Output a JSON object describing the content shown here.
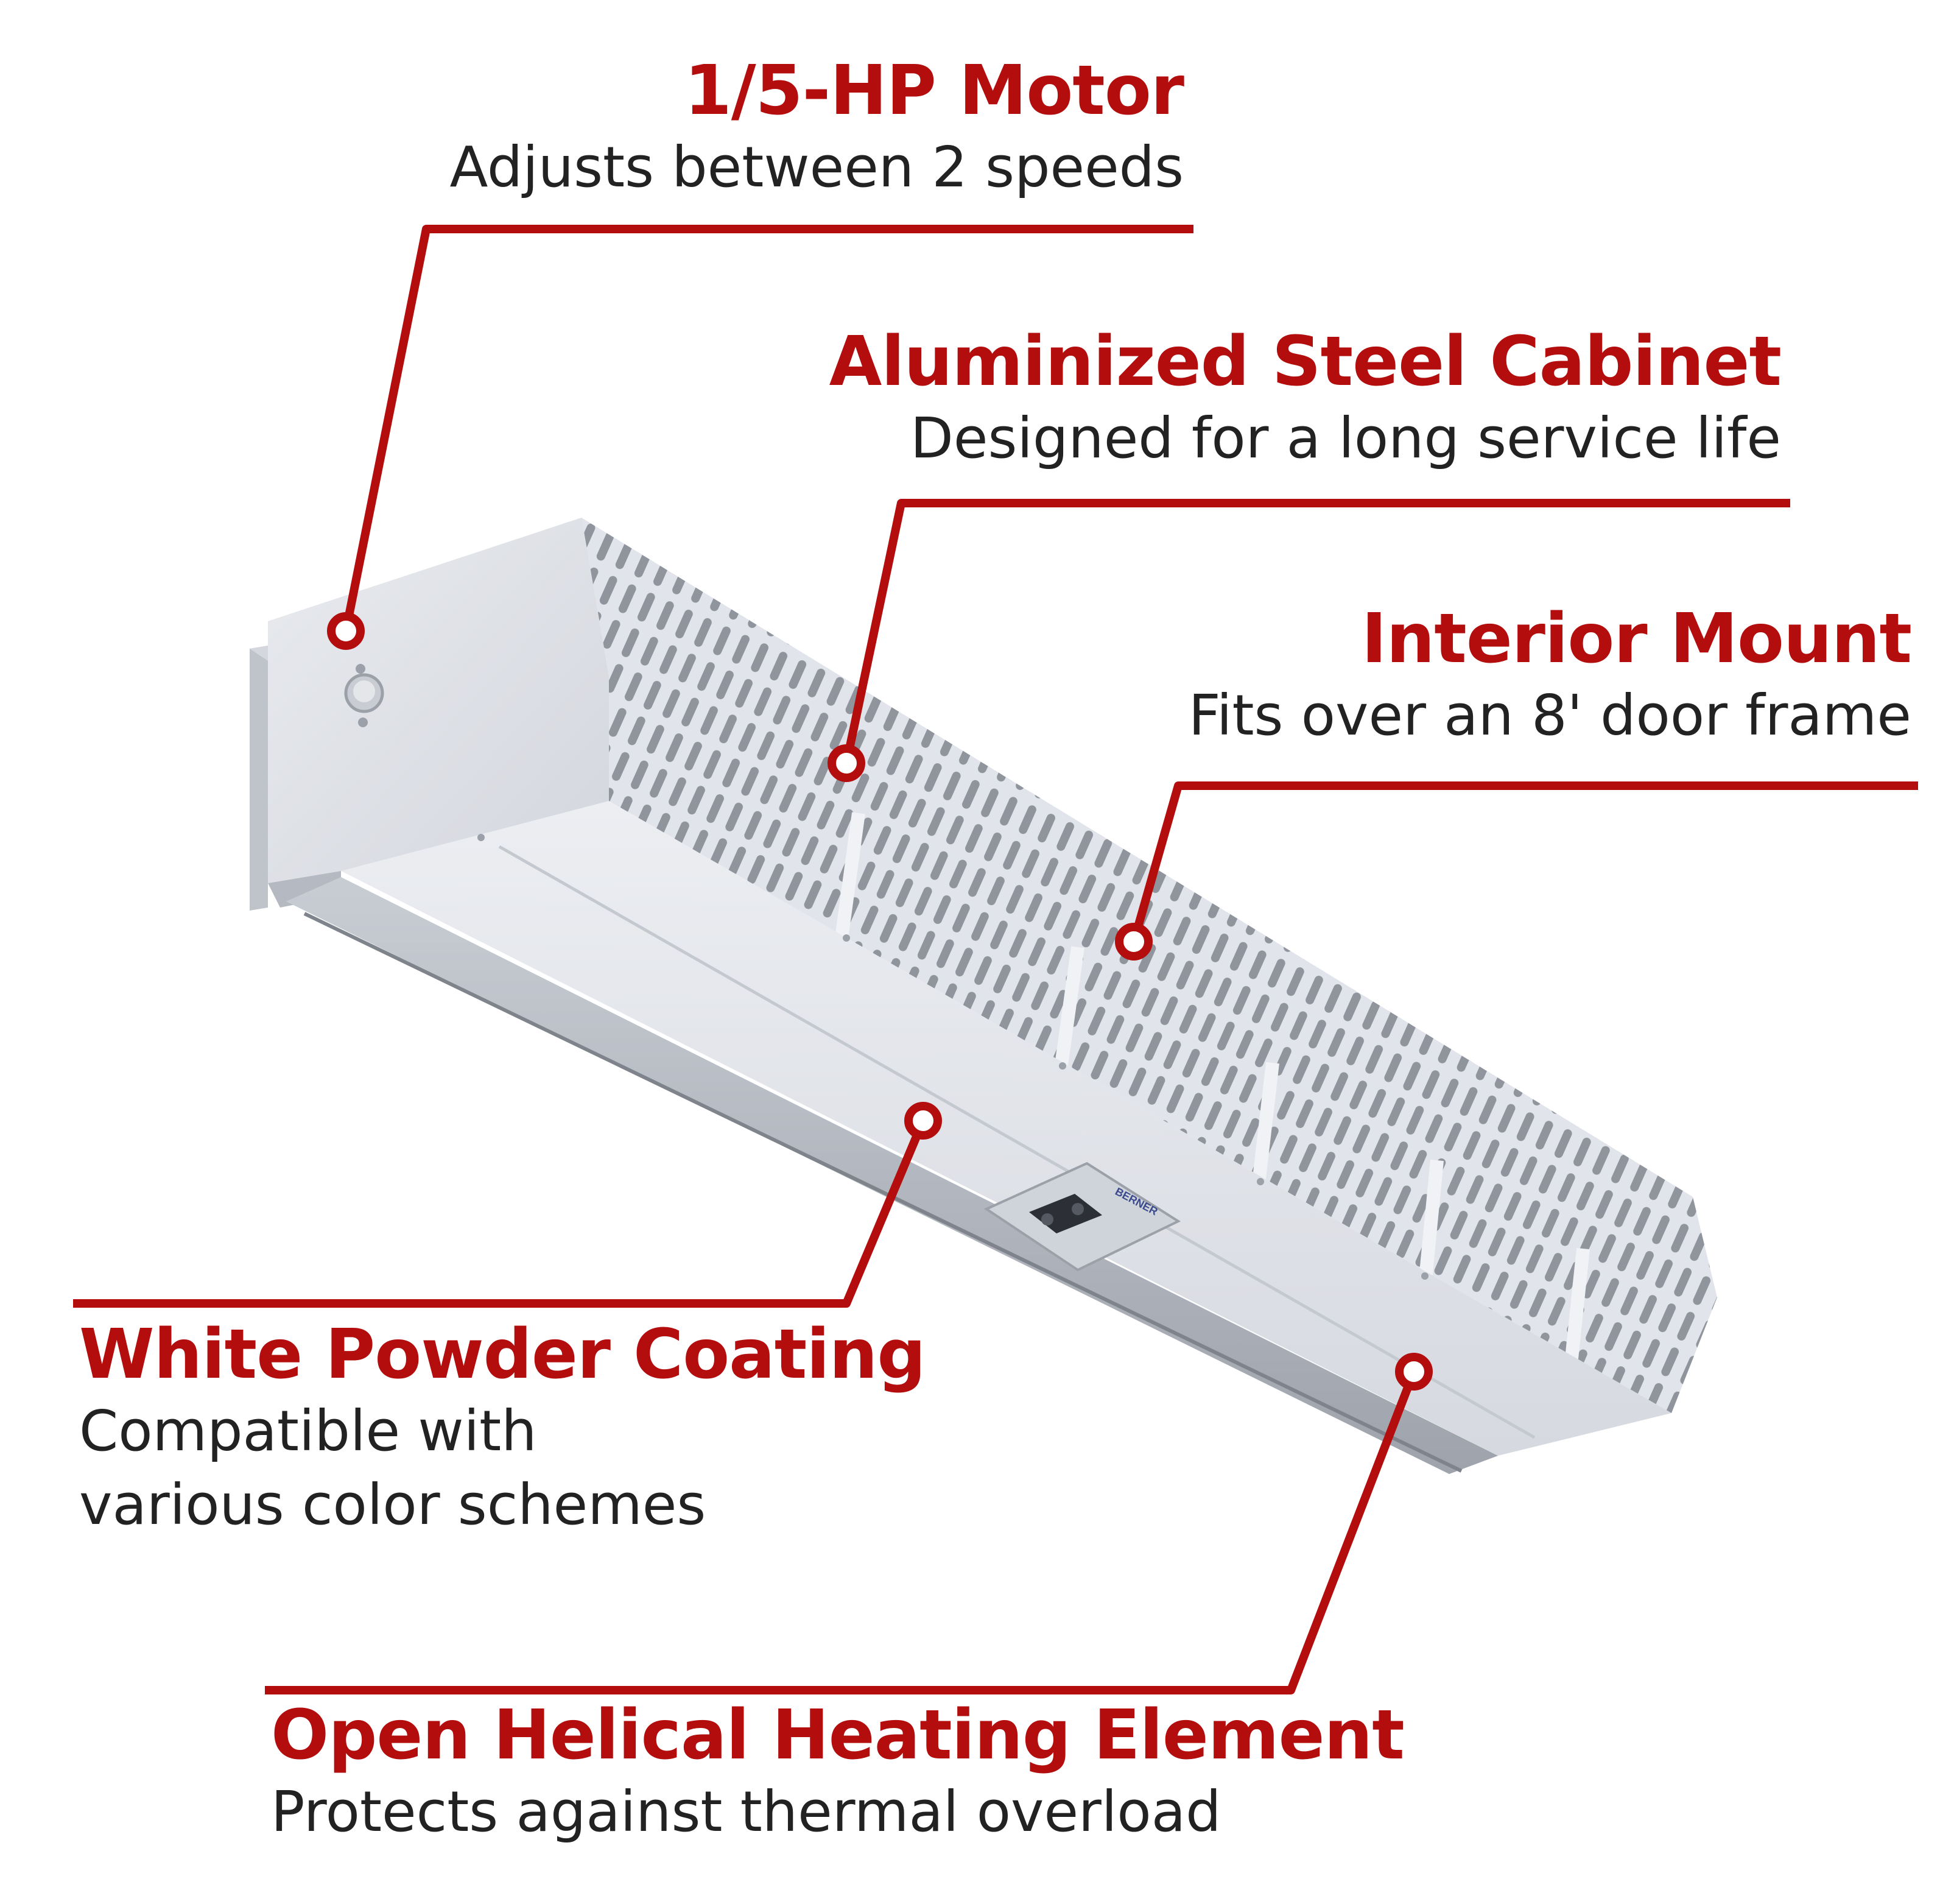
{
  "colors": {
    "accent": "#b30d0d",
    "text": "#222222",
    "unit_body": "#dfe2e8",
    "unit_shadow": "#a9aeb7"
  },
  "product": {
    "icon": "air-curtain-unit-image",
    "badge_text": "BERNER"
  },
  "callouts": {
    "motor": {
      "title": "1/5-HP Motor",
      "desc_lines": [
        "Adjusts between 2 speeds"
      ]
    },
    "cabinet": {
      "title": "Aluminized Steel Cabinet",
      "desc_lines": [
        "Designed for a long service life"
      ]
    },
    "mount": {
      "title": "Interior Mount",
      "desc_lines": [
        "Fits over an 8' door frame"
      ]
    },
    "powder": {
      "title": "White Powder Coating",
      "desc_lines": [
        "Compatible with",
        "various color schemes"
      ]
    },
    "helical": {
      "title": "Open Helical Heating Element",
      "desc_lines": [
        "Protects against thermal overload"
      ]
    }
  }
}
